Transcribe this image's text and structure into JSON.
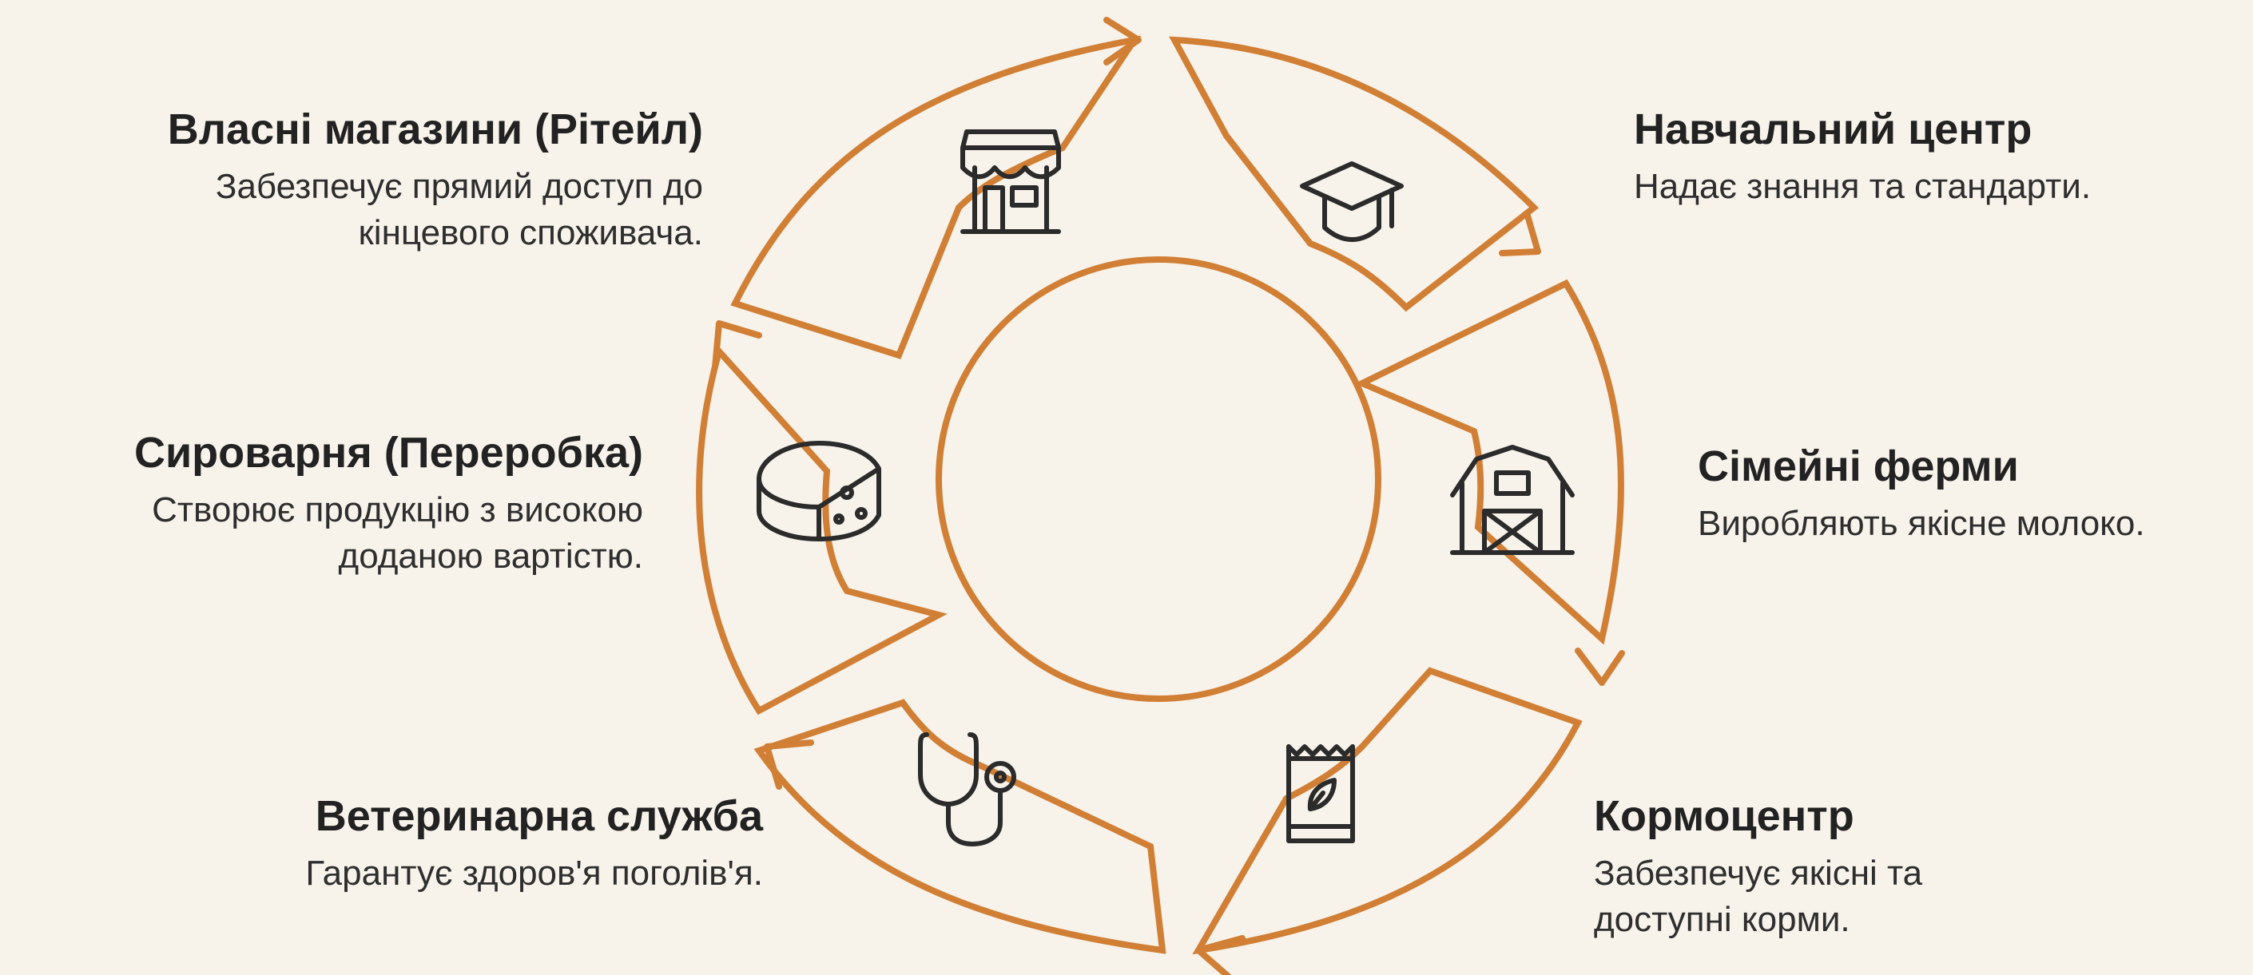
{
  "colors": {
    "accent": "#d17f35",
    "icon_stroke": "#2b2b2b",
    "background": "#f7f2ea"
  },
  "nodes": [
    {
      "title": "Навчальний центр",
      "desc": "Надає знання та стандарти.",
      "icon": "graduation-cap-icon"
    },
    {
      "title": "Сімейні ферми",
      "desc": "Виробляють якісне молоко.",
      "icon": "barn-icon"
    },
    {
      "title": "Кормоцентр",
      "desc": "Забезпечує якісні та доступні корми.",
      "icon": "feed-bag-icon"
    },
    {
      "title": "Ветеринарна служба",
      "desc": "Гарантує здоров'я поголів'я.",
      "icon": "stethoscope-icon"
    },
    {
      "title": "Сироварня (Переробка)",
      "desc": "Створює продукцію з високою доданою вартістю.",
      "icon": "cheese-icon"
    },
    {
      "title": "Власні магазини (Рітейл)",
      "desc": "Забезпечує прямий доступ до кінцевого споживача.",
      "icon": "store-icon"
    }
  ]
}
